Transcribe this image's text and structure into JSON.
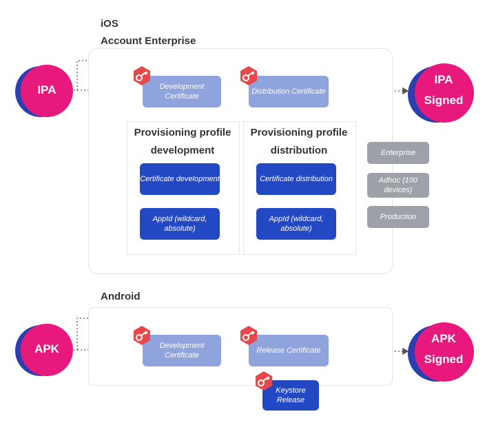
{
  "ios": {
    "label": "iOS",
    "account_label": "Account Enterprise",
    "input_badge": "IPA",
    "output_badge_line1": "IPA",
    "output_badge_line2": "Signed",
    "dev_cert": "Development Certificate",
    "dist_cert": "Distribution Certificate",
    "pp_dev_title": "Provisioning profile development",
    "pp_dist_title": "Provisioning profile distribution",
    "cert_dev": "Certificate development",
    "cert_dist": "Certificate distribution",
    "appid_dev": "AppId (wildcard, absolute)",
    "appid_dist": "AppId (wildcard, absolute)",
    "dist_types": [
      "Enterprise",
      "Adhoc (100 devices)",
      "Production"
    ]
  },
  "android": {
    "label": "Android",
    "input_badge": "APK",
    "output_badge_line1": "APK",
    "output_badge_line2": "Signed",
    "dev_cert": "Development Certificate",
    "release_cert": "Release Certificate",
    "keystore": "Keystore Release"
  },
  "colors": {
    "badge_pink": "#e8197d",
    "badge_blue": "#2b3fb0",
    "cert_light": "#8fa3dd",
    "cert_dark": "#2348c3",
    "grey_box": "#9ea2a8",
    "key_red": "#e8474b"
  },
  "icons": {
    "key": "key-icon"
  }
}
